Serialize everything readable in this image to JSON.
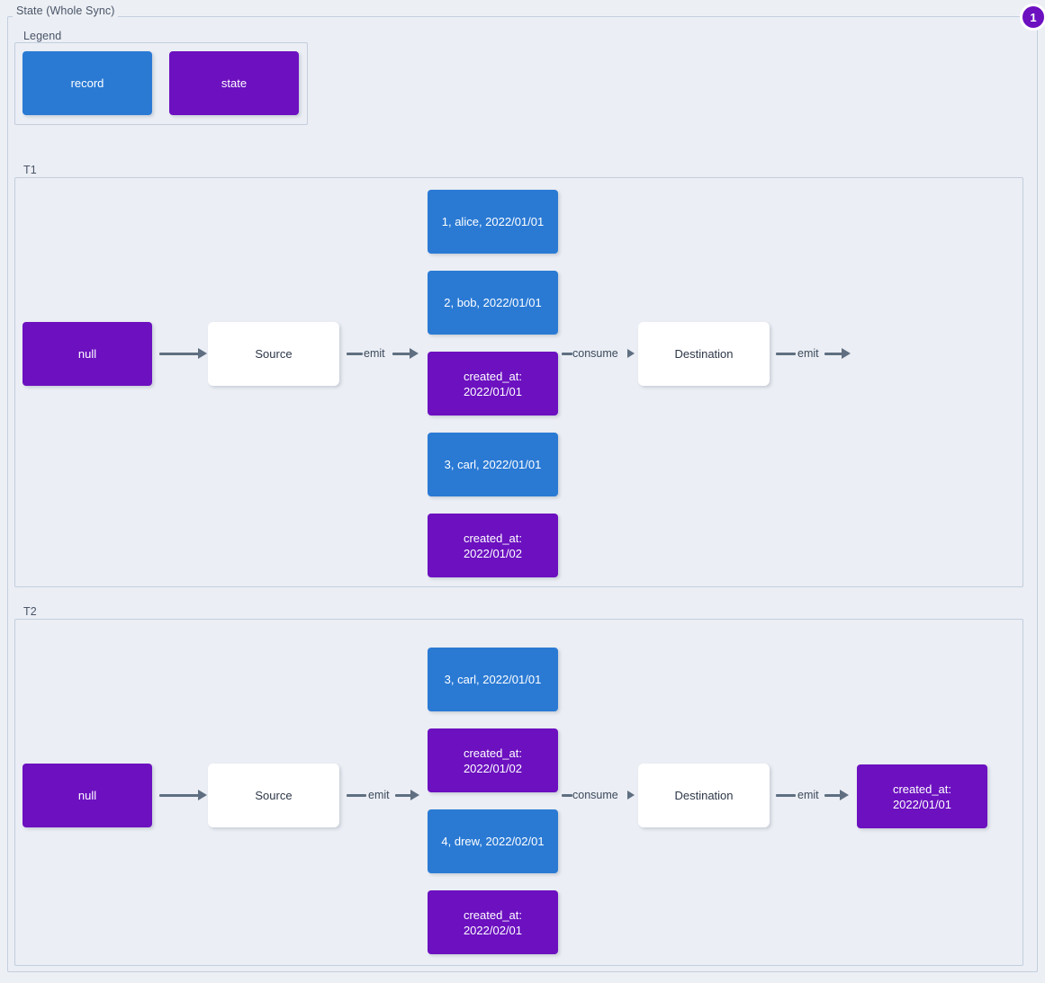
{
  "diagram": {
    "title": "State (Whole Sync)",
    "badge": "1",
    "colors": {
      "record": "#2a7ad4",
      "state": "#6c10c0",
      "edge": "#5f6f81",
      "frame_bg": "#ebeef4",
      "page_bg": "#eceff4"
    }
  },
  "legend": {
    "title": "Legend",
    "items": [
      {
        "label": "record",
        "kind": "record"
      },
      {
        "label": "state",
        "kind": "state"
      }
    ]
  },
  "t1": {
    "title": "T1",
    "initial_state": "null",
    "source": "Source",
    "destination": "Destination",
    "edges": {
      "state_to_source": "",
      "emit": "emit",
      "consume": "consume",
      "dest_emit": "emit"
    },
    "stream": [
      {
        "label": "1, alice, 2022/01/01",
        "kind": "record"
      },
      {
        "label": "2, bob, 2022/01/01",
        "kind": "record"
      },
      {
        "label": "created_at:\n2022/01/01",
        "kind": "state"
      },
      {
        "label": "3, carl, 2022/01/01",
        "kind": "record"
      },
      {
        "label": "created_at:\n2022/01/02",
        "kind": "state"
      }
    ],
    "final_state": null
  },
  "t2": {
    "title": "T2",
    "initial_state": "null",
    "source": "Source",
    "destination": "Destination",
    "edges": {
      "state_to_source": "",
      "emit": "emit",
      "consume": "consume",
      "dest_emit": "emit"
    },
    "stream": [
      {
        "label": "3, carl, 2022/01/01",
        "kind": "record"
      },
      {
        "label": "created_at:\n2022/01/02",
        "kind": "state"
      },
      {
        "label": "4, drew, 2022/02/01",
        "kind": "record"
      },
      {
        "label": "created_at:\n2022/02/01",
        "kind": "state"
      }
    ],
    "final_state": "created_at:\n2022/01/01"
  }
}
